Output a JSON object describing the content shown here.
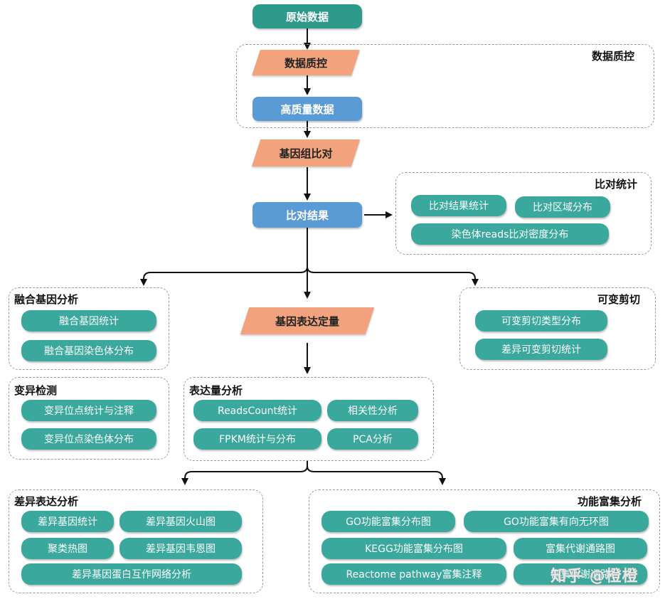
{
  "flow": {
    "raw_data": "原始数据",
    "qc": "数据质控",
    "high_quality": "高质量数据",
    "genome_align": "基因组比对",
    "align_result": "比对结果",
    "expr_quant": "基因表达定量"
  },
  "groups": {
    "qc": {
      "title": "数据质控"
    },
    "align_stats": {
      "title": "比对统计",
      "items": [
        "比对结果统计",
        "比对区域分布",
        "染色体reads比对密度分布"
      ]
    },
    "fusion": {
      "title": "融合基因分析",
      "items": [
        "融合基因统计",
        "融合基因染色体分布"
      ]
    },
    "alt_splice": {
      "title": "可变剪切",
      "items": [
        "可变剪切类型分布",
        "差异可变剪切统计"
      ]
    },
    "variant": {
      "title": "变异检测",
      "items": [
        "变异位点统计与注释",
        "变异位点染色体分布"
      ]
    },
    "expr_analysis": {
      "title": "表达量分析",
      "items": [
        "ReadsCount统计",
        "相关性分析",
        "FPKM统计与分布",
        "PCA分析"
      ]
    },
    "diff_expr": {
      "title": "差异表达分析",
      "items": [
        "差异基因统计",
        "差异基因火山图",
        "聚类热图",
        "差异基因韦恩图",
        "差异基因蛋白互作网络分析"
      ]
    },
    "enrich": {
      "title": "功能富集分析",
      "items": [
        "GO功能富集分布图",
        "GO功能富集有向无环图",
        "KEGG功能富集分布图",
        "富集代谢通路图",
        "Reactome pathway富集注释",
        "富集代谢通路"
      ]
    }
  },
  "watermark": "知乎 @橙橙",
  "colors": {
    "teal": "#3aa89d",
    "blue": "#5b9bd5",
    "orange": "#f2a27c",
    "green": "#2e9a8c"
  }
}
